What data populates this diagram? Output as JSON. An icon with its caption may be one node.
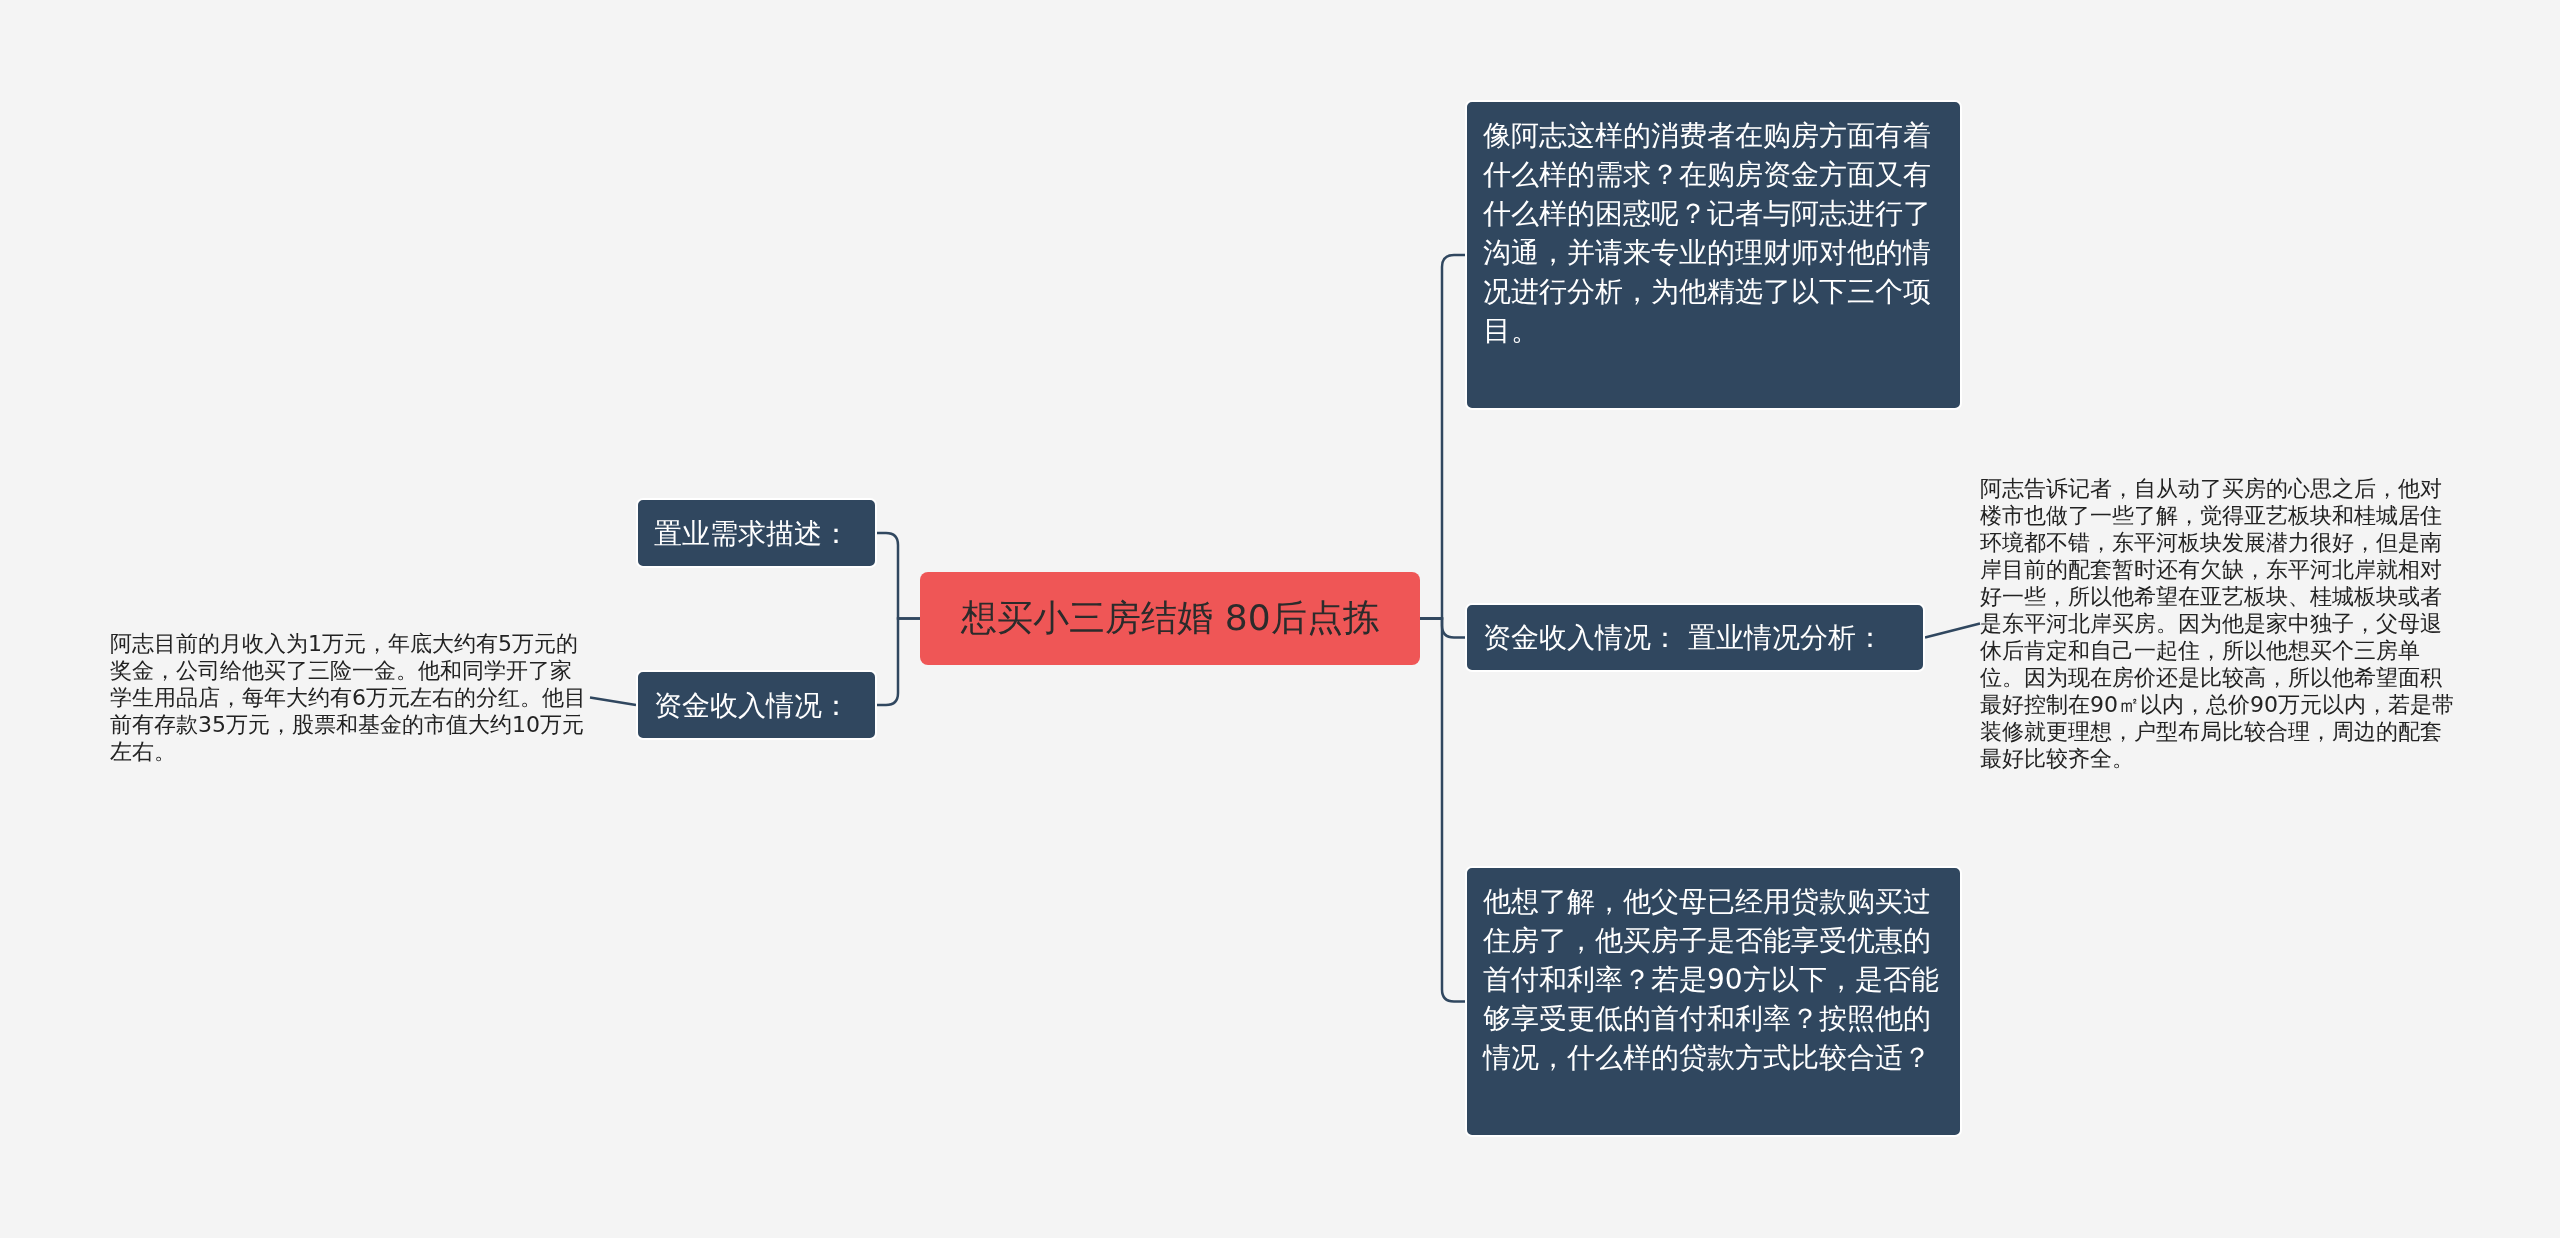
{
  "diagram": {
    "nodes": [
      {
        "text": [
          "想买小三房结婚 80后点拣"
        ]
      },
      {
        "text": [
          "置业需求描述："
        ]
      },
      {
        "text": [
          "资金收入情况："
        ]
      },
      {
        "text": [
          "阿志目前的月收入为1万元，年底大约有5万元的奖金，公司给他买了三险一金。他和同学开了家学生用品店，每年大约有6万元左右的分红。他目前有存款35万元，股票和基金的市值大约10万元左右。"
        ]
      },
      {
        "text": [
          "像阿志这样的消费者在购房方面有着什么样的需求？在购房资金方面又有什么样的困惑呢？记者与阿志进行了沟通，并请来专业的理财师对他的情况进行分析，为他精选了以下三个项目。"
        ]
      },
      {
        "text": [
          "资金收入情况：  置业情况分析："
        ]
      },
      {
        "text": [
          "阿志告诉记者，自从动了买房的心思之后，他对楼市也做了一些了解，觉得亚艺板块和桂城居住环境都不错，东平河板块发展潜力很好，但是南岸目前的配套暂时还有欠缺，东平河北岸就相对好一些，所以他希望在亚艺板块、桂城板块或者是东平河北岸买房。因为他是家中独子，父母退休后肯定和自己一起住，所以他想买个三房单位。因为现在房价还是比较高，所以他希望面积最好控制在90㎡以内，总价90万元以内，若是带装修就更理想，户型布局比较合理，周边的配套最好比较齐全。"
        ]
      },
      {
        "text": [
          "他想了解，他父母已经用贷款购买过住房了，他买房子是否能享受优惠的首付和利率？若是90方以下，是否能够享受更低的首付和利率？按照他的情况，什么样的贷款方式比较合适？"
        ]
      }
    ],
    "edges": [
      {
        "from": 0,
        "to": 1,
        "arrow": "none"
      },
      {
        "from": 0,
        "to": 2,
        "arrow": "none"
      },
      {
        "from": 2,
        "to": 3,
        "arrow": "none"
      },
      {
        "from": 0,
        "to": 4,
        "arrow": "none"
      },
      {
        "from": 0,
        "to": 5,
        "arrow": "none"
      },
      {
        "from": 5,
        "to": 6,
        "arrow": "none"
      },
      {
        "from": 0,
        "to": 7,
        "arrow": "none"
      }
    ]
  }
}
